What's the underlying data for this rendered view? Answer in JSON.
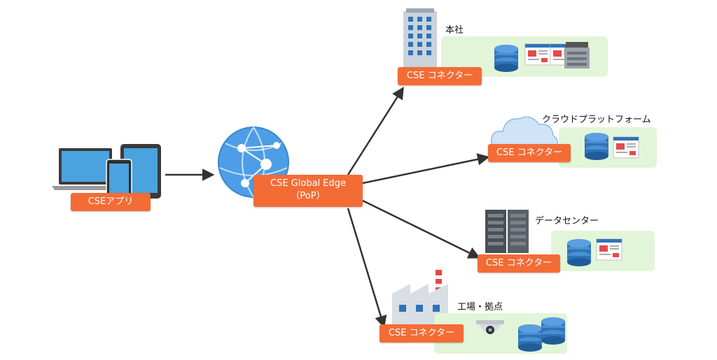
{
  "client": {
    "app_label": "CSEアプリ"
  },
  "edge": {
    "label_line1": "CSE Global Edge",
    "label_line2": "（PoP）"
  },
  "sites": [
    {
      "key": "hq",
      "caption": "本社",
      "connector": "CSE コネクター"
    },
    {
      "key": "cloud",
      "caption": "クラウドプラットフォーム",
      "connector": "CSE コネクター"
    },
    {
      "key": "datacenter",
      "caption": "データセンター",
      "connector": "CSE コネクター"
    },
    {
      "key": "factory",
      "caption": "工場・拠点",
      "connector": "CSE コネクター"
    }
  ],
  "colors": {
    "accent": "#f36c36",
    "panel": "#e3f5d8",
    "icon_blue": "#2e73b8",
    "arrow": "#333333"
  },
  "icons": [
    "laptop-icon",
    "tablet-icon",
    "smartphone-icon",
    "globe-network-icon",
    "office-building-icon",
    "cloud-icon",
    "server-rack-icon",
    "factory-icon",
    "database-icon",
    "web-app-icon",
    "printer-icon",
    "security-camera-icon"
  ]
}
